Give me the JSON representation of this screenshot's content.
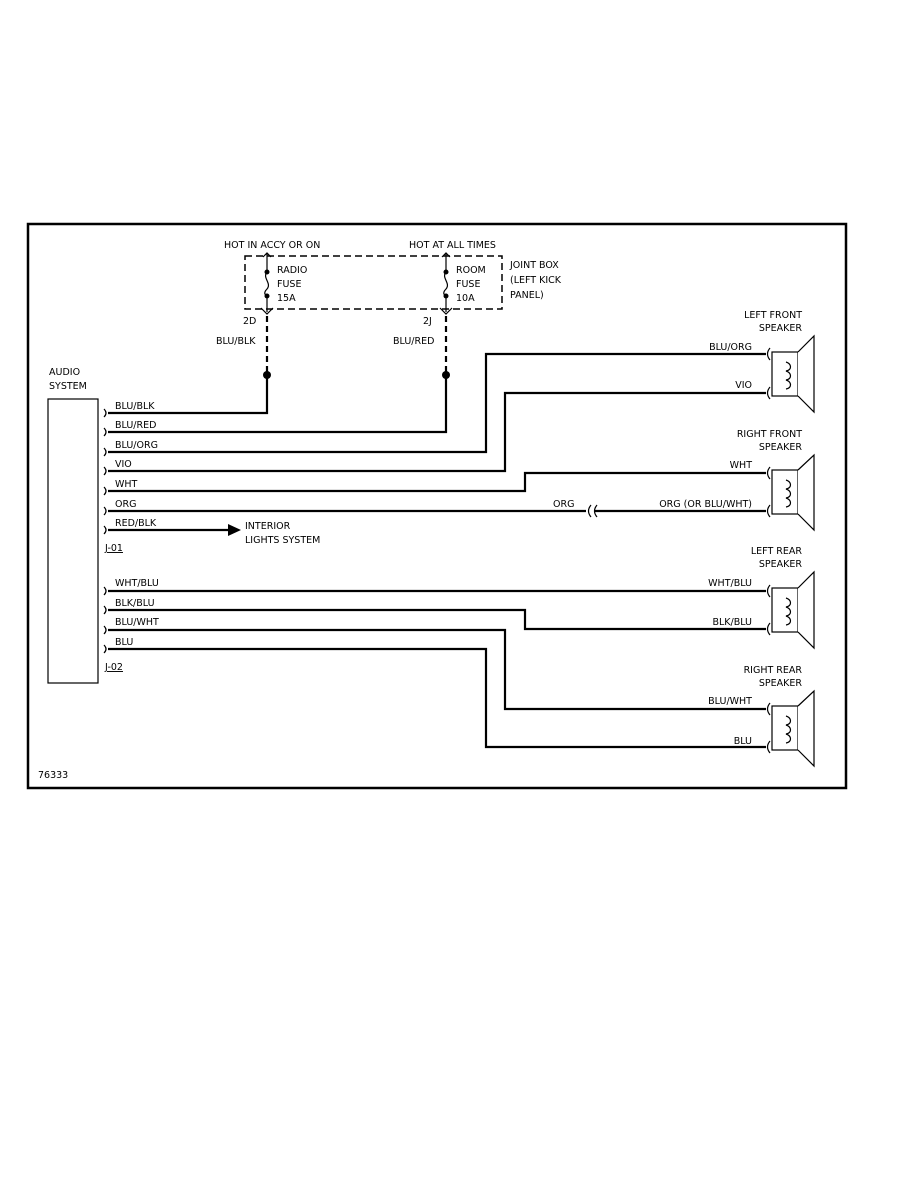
{
  "power": {
    "accy_label": "HOT IN ACCY OR ON",
    "always_label": "HOT AT ALL TIMES",
    "fuse_radio": [
      "RADIO",
      "FUSE",
      "15A"
    ],
    "fuse_room": [
      "ROOM",
      "FUSE",
      "10A"
    ],
    "joint_box": [
      "JOINT BOX",
      "(LEFT KICK",
      "PANEL)"
    ],
    "pin_2d": "2D",
    "pin_2j": "2J",
    "feed_radio": "BLU/BLK",
    "feed_room": "BLU/RED"
  },
  "audio": {
    "label": [
      "AUDIO",
      "SYSTEM"
    ],
    "wires_j01": [
      "BLU/BLK",
      "BLU/RED",
      "BLU/ORG",
      "VIO",
      "WHT",
      "ORG",
      "RED/BLK"
    ],
    "connector_j01": "J-01",
    "wires_j02": [
      "WHT/BLU",
      "BLK/BLU",
      "BLU/WHT",
      "BLU"
    ],
    "connector_j02": "J-02"
  },
  "interior": [
    "INTERIOR",
    "LIGHTS SYSTEM"
  ],
  "inline_org": "ORG",
  "speakers": [
    {
      "name": [
        "LEFT FRONT",
        "SPEAKER"
      ],
      "wires": [
        "BLU/ORG",
        "VIO"
      ]
    },
    {
      "name": [
        "RIGHT FRONT",
        "SPEAKER"
      ],
      "wires": [
        "WHT",
        "ORG (OR BLU/WHT)"
      ]
    },
    {
      "name": [
        "LEFT REAR",
        "SPEAKER"
      ],
      "wires": [
        "WHT/BLU",
        "BLK/BLU"
      ]
    },
    {
      "name": [
        "RIGHT REAR",
        "SPEAKER"
      ],
      "wires": [
        "BLU/WHT",
        "BLU"
      ]
    }
  ],
  "figure_number": "76333"
}
